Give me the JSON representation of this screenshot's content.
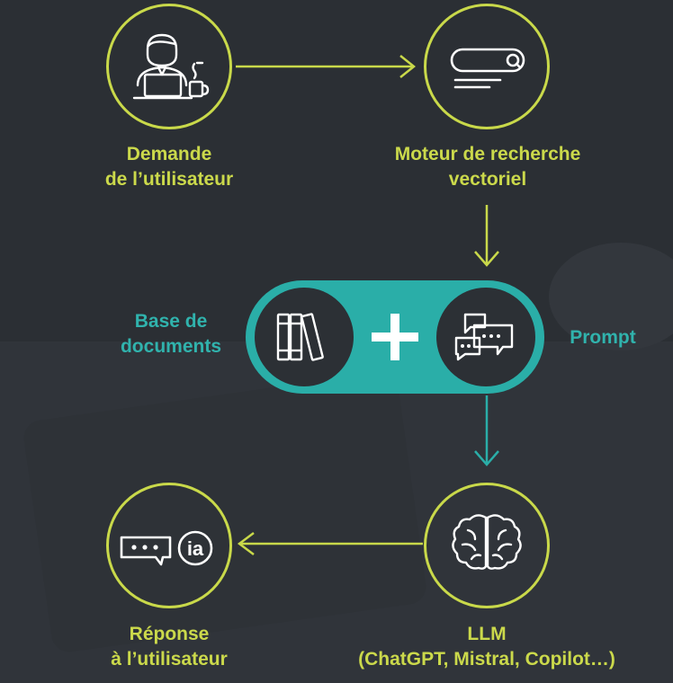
{
  "steps": {
    "user_request": {
      "line1": "Demande",
      "line2": "de l’utilisateur"
    },
    "vector_search": {
      "line1": "Moteur de recherche",
      "line2": "vectoriel"
    },
    "documents": {
      "line1": "Base de",
      "line2": "documents"
    },
    "prompt": {
      "line1": "Prompt"
    },
    "llm": {
      "line1": "LLM",
      "line2": "(ChatGPT, Mistral, Copilot…)"
    },
    "response": {
      "line1": "Réponse",
      "line2": "à l’utilisateur"
    }
  },
  "response_icon_text": "ia",
  "colors": {
    "lime": "#c9d94a",
    "teal": "#2aaea8",
    "background": "#2b2f34"
  }
}
